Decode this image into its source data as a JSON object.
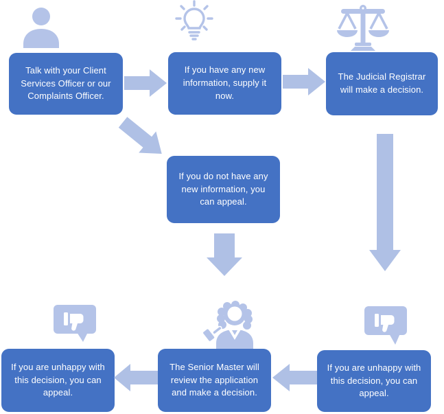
{
  "colors": {
    "box_fill": "#4472c4",
    "box_text": "#ffffff",
    "arrow_fill": "#afc0e5",
    "icon_fill": "#b4c3e8",
    "background": "#ffffff"
  },
  "flowchart": {
    "boxes": [
      {
        "id": "talk-client-services",
        "text": "Talk with your Client Services Officer or our Complaints Officer."
      },
      {
        "id": "new-info-supply",
        "text": "If you have any new information, supply it now."
      },
      {
        "id": "judicial-registrar-decision",
        "text": "The Judicial Registrar will make a decision."
      },
      {
        "id": "no-new-info-appeal",
        "text": "If you do not have any new information, you can appeal."
      },
      {
        "id": "unhappy-appeal-left",
        "text": "If you are unhappy with this decision, you can appeal."
      },
      {
        "id": "senior-master-review",
        "text": "The Senior Master will review the application and make a decision."
      },
      {
        "id": "unhappy-appeal-right",
        "text": "If you are unhappy with this decision, you can appeal."
      }
    ],
    "icons": [
      "person-icon",
      "lightbulb-icon",
      "scales-of-justice-icon",
      "thumbs-down-bubble-icon-left",
      "judge-gavel-icon",
      "thumbs-down-bubble-icon-right"
    ],
    "arrows": [
      {
        "id": "arrow-1-2",
        "direction": "right"
      },
      {
        "id": "arrow-2-3",
        "direction": "right"
      },
      {
        "id": "arrow-1-4",
        "direction": "down-right-diagonal"
      },
      {
        "id": "arrow-4-down",
        "direction": "down"
      },
      {
        "id": "arrow-3-down",
        "direction": "down"
      },
      {
        "id": "arrow-7-6",
        "direction": "left"
      },
      {
        "id": "arrow-6-5",
        "direction": "left"
      }
    ]
  }
}
